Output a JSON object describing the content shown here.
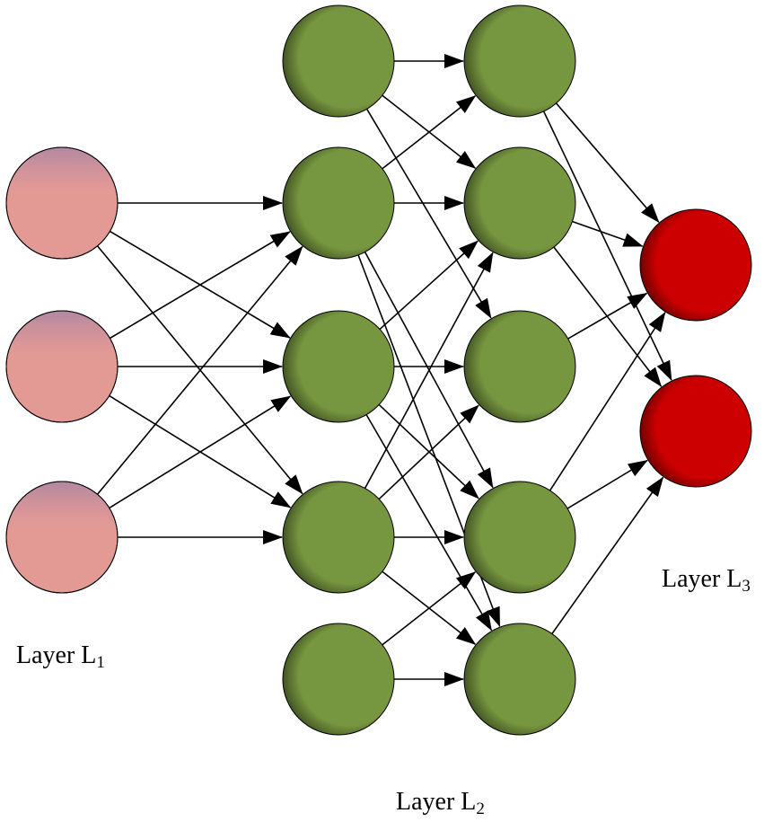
{
  "labels": {
    "layer1": {
      "text": "Layer L",
      "sub": "1"
    },
    "layer2": {
      "text": "Layer L",
      "sub": "2"
    },
    "layer3": {
      "text": "Layer L",
      "sub": "3"
    }
  },
  "layers": [
    {
      "id": "L1",
      "node_count": 3,
      "color": "#e39a95",
      "top_tint": "#a884a5"
    },
    {
      "id": "L2a",
      "node_count": 5,
      "color": "#76963f",
      "shadow": "#35431d"
    },
    {
      "id": "L2b",
      "node_count": 5,
      "color": "#76963f",
      "shadow": "#35431d"
    },
    {
      "id": "L3",
      "node_count": 2,
      "color": "#cc0000",
      "shadow": "#5a0000"
    }
  ],
  "connections": [
    [
      "L1.0",
      "L2a.1"
    ],
    [
      "L1.0",
      "L2a.2"
    ],
    [
      "L1.0",
      "L2a.3"
    ],
    [
      "L1.1",
      "L2a.1"
    ],
    [
      "L1.1",
      "L2a.2"
    ],
    [
      "L1.1",
      "L2a.3"
    ],
    [
      "L1.2",
      "L2a.1"
    ],
    [
      "L1.2",
      "L2a.2"
    ],
    [
      "L1.2",
      "L2a.3"
    ],
    [
      "L2a.0",
      "L2b.0"
    ],
    [
      "L2a.0",
      "L2b.1"
    ],
    [
      "L2a.0",
      "L2b.2"
    ],
    [
      "L2a.1",
      "L2b.0"
    ],
    [
      "L2a.1",
      "L2b.1"
    ],
    [
      "L2a.1",
      "L2b.3"
    ],
    [
      "L2a.1",
      "L2b.4"
    ],
    [
      "L2a.2",
      "L2b.1"
    ],
    [
      "L2a.2",
      "L2b.2"
    ],
    [
      "L2a.2",
      "L2b.3"
    ],
    [
      "L2a.2",
      "L2b.4"
    ],
    [
      "L2a.3",
      "L2b.1"
    ],
    [
      "L2a.3",
      "L2b.2"
    ],
    [
      "L2a.3",
      "L2b.3"
    ],
    [
      "L2a.3",
      "L2b.4"
    ],
    [
      "L2a.4",
      "L2b.3"
    ],
    [
      "L2a.4",
      "L2b.4"
    ],
    [
      "L2b.0",
      "L3.0"
    ],
    [
      "L2b.0",
      "L3.1"
    ],
    [
      "L2b.1",
      "L3.0"
    ],
    [
      "L2b.1",
      "L3.1"
    ],
    [
      "L2b.2",
      "L3.0"
    ],
    [
      "L2b.3",
      "L3.0"
    ],
    [
      "L2b.3",
      "L3.1"
    ],
    [
      "L2b.4",
      "L3.1"
    ]
  ]
}
